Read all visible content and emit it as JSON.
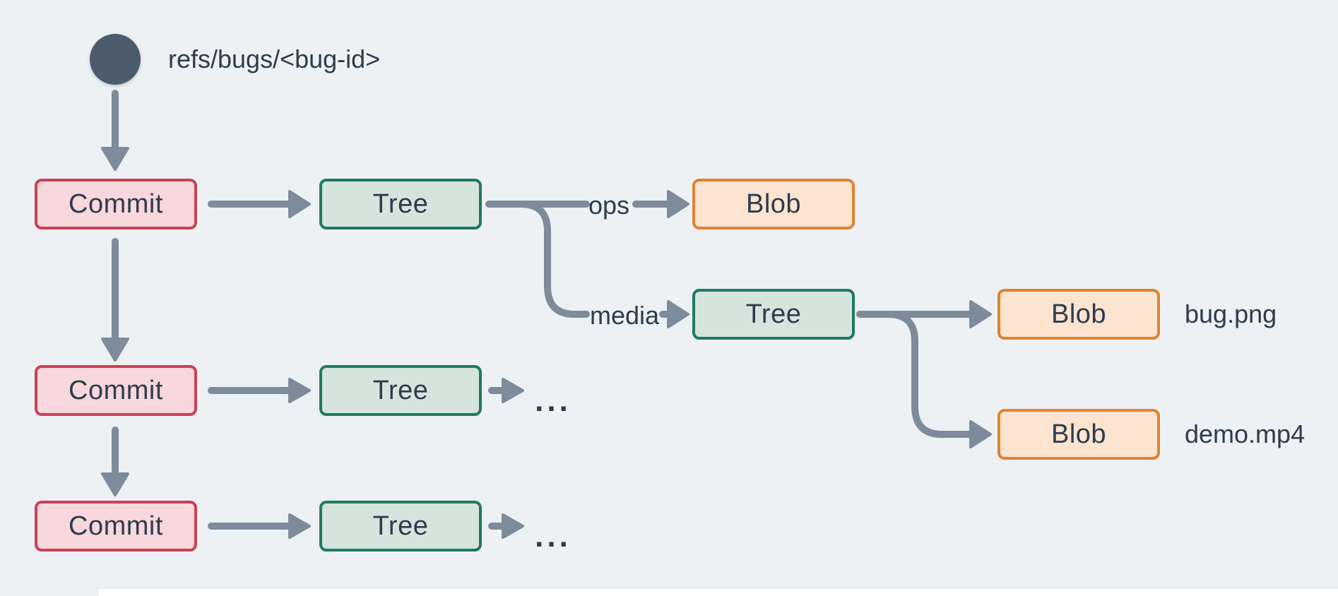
{
  "colors": {
    "background": "#edf1f4",
    "arrow": "#7d8b9a",
    "text": "#2d3c4d",
    "ref_circle": "#4d5c6b",
    "commit_fill": "#f8d7dd",
    "commit_border": "#cb4154",
    "tree_fill": "#d6e4de",
    "tree_border": "#1e7b5f",
    "blob_fill": "#fce4d0",
    "blob_border": "#e08330"
  },
  "diagram": {
    "ref_label": "refs/bugs/<bug-id>",
    "nodes": [
      {
        "id": "commit-1",
        "type": "commit",
        "label": "Commit"
      },
      {
        "id": "tree-1",
        "type": "tree",
        "label": "Tree"
      },
      {
        "id": "blob-ops",
        "type": "blob",
        "label": "Blob"
      },
      {
        "id": "tree-media",
        "type": "tree",
        "label": "Tree"
      },
      {
        "id": "blob-bug",
        "type": "blob",
        "label": "Blob"
      },
      {
        "id": "blob-demo",
        "type": "blob",
        "label": "Blob"
      },
      {
        "id": "commit-2",
        "type": "commit",
        "label": "Commit"
      },
      {
        "id": "tree-2",
        "type": "tree",
        "label": "Tree"
      },
      {
        "id": "commit-3",
        "type": "commit",
        "label": "Commit"
      },
      {
        "id": "tree-3",
        "type": "tree",
        "label": "Tree"
      }
    ],
    "edge_labels": {
      "ops": "ops",
      "media": "media"
    },
    "file_labels": {
      "bug": "bug.png",
      "demo": "demo.mp4"
    },
    "ellipsis_mid": "...",
    "ellipsis_bottom": "..."
  }
}
